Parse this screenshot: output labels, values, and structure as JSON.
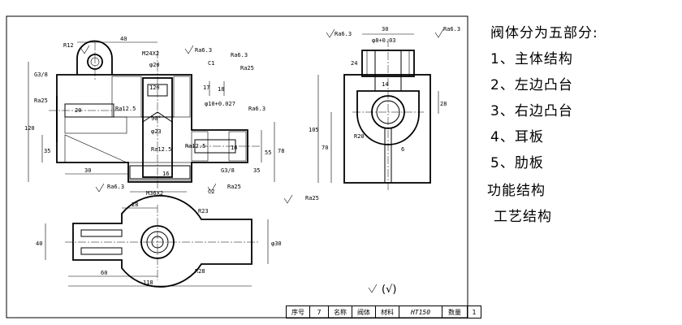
{
  "notes": {
    "heading": "阀体分为五部分:",
    "items": [
      "1、主体结构",
      "2、左边凸台",
      "3、右边凸台",
      "4、耳板",
      "5、肋板"
    ],
    "extra1": "功能结构",
    "extra2": "工艺结构"
  },
  "title_block": {
    "seq_label": "序号",
    "seq_value": "7",
    "name_label": "名称",
    "name_value": "阀体",
    "material_label": "材料",
    "material_value": "HT150",
    "qty_label": "数量",
    "qty_value": "1"
  },
  "surface_note": "(√)",
  "dims": {
    "front_top_40": "40",
    "r12": "R12",
    "m24": "M24X2",
    "d20": "φ20",
    "ra63_a": "Ra6.3",
    "ra63_b": "Ra6.3",
    "ra25_a": "Ra25",
    "c1": "C1",
    "g38_left": "G3/8",
    "ra25_left": "Ra25",
    "d20_left": "20",
    "ra125_a": "Ra12.5",
    "d120": "120",
    "d17": "17",
    "d18": "18",
    "d10": "φ10+0.027",
    "ra63_c": "Ra6.3",
    "d90": "90°",
    "d23": "φ23",
    "d120v": "120",
    "d35": "35",
    "ra125_b": "Ra12.5",
    "ra125_c": "Ra12.5",
    "d16": "16",
    "d30": "30",
    "d16b": "16",
    "g38_right": "G3/8",
    "d55": "55",
    "d78": "78",
    "d35b": "35",
    "ra63_d": "Ra6.3",
    "m36": "M36X2",
    "c2": "C2",
    "ra25_b": "Ra25",
    "ra25_c": "Ra25",
    "side_ra63": "Ra6.3",
    "side_30": "30",
    "side_ra63b": "Ra6.3",
    "side_d8": "φ8+0.03",
    "side_24": "24",
    "side_14": "14",
    "side_28": "28",
    "side_105": "105",
    "side_70": "70",
    "side_r20": "R20",
    "side_6": "6",
    "top_28": "28",
    "top_r23": "R23",
    "top_40": "40",
    "top_60": "60",
    "top_r28": "R28",
    "top_d30": "φ30",
    "top_118": "118"
  }
}
